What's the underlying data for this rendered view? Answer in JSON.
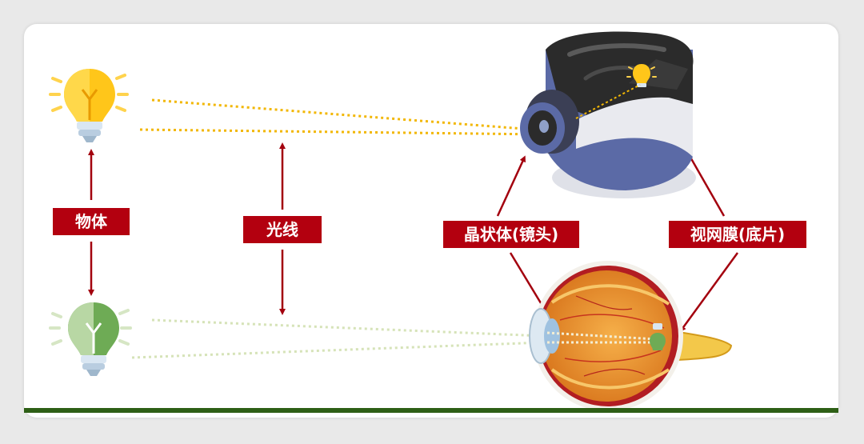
{
  "labels": {
    "object": "物体",
    "light": "光线",
    "lens": "晶状体(镜头)",
    "retina": "视网膜(底片)"
  },
  "colors": {
    "label_bg": "#b3000f",
    "arrow": "#a3000e",
    "ray_upper": "#f2b705",
    "ray_lower": "#d6e3b8",
    "bulb_yellow": "#ffc61a",
    "bulb_green": "#7bb661",
    "camera_body": "#5b6aa6",
    "eye_orange": "#e8902a",
    "ground": "#2e5f16"
  }
}
